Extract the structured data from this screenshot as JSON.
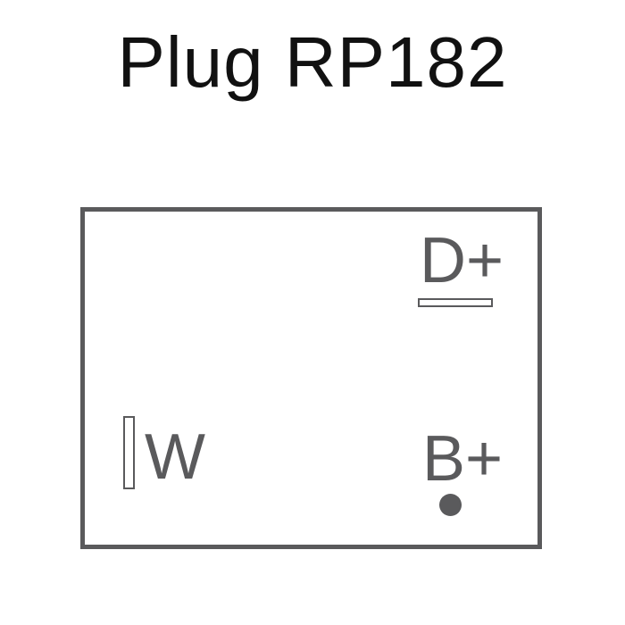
{
  "title": "Plug RP182",
  "colors": {
    "title_text": "#111111",
    "outline": "#5a5a5c",
    "background": "#ffffff"
  },
  "pins": {
    "d_plus": {
      "label": "D+",
      "terminal": "flat-horizontal-blade"
    },
    "b_plus": {
      "label": "B+",
      "terminal": "round-stud"
    },
    "w": {
      "label": "W",
      "terminal": "flat-vertical-blade"
    }
  }
}
